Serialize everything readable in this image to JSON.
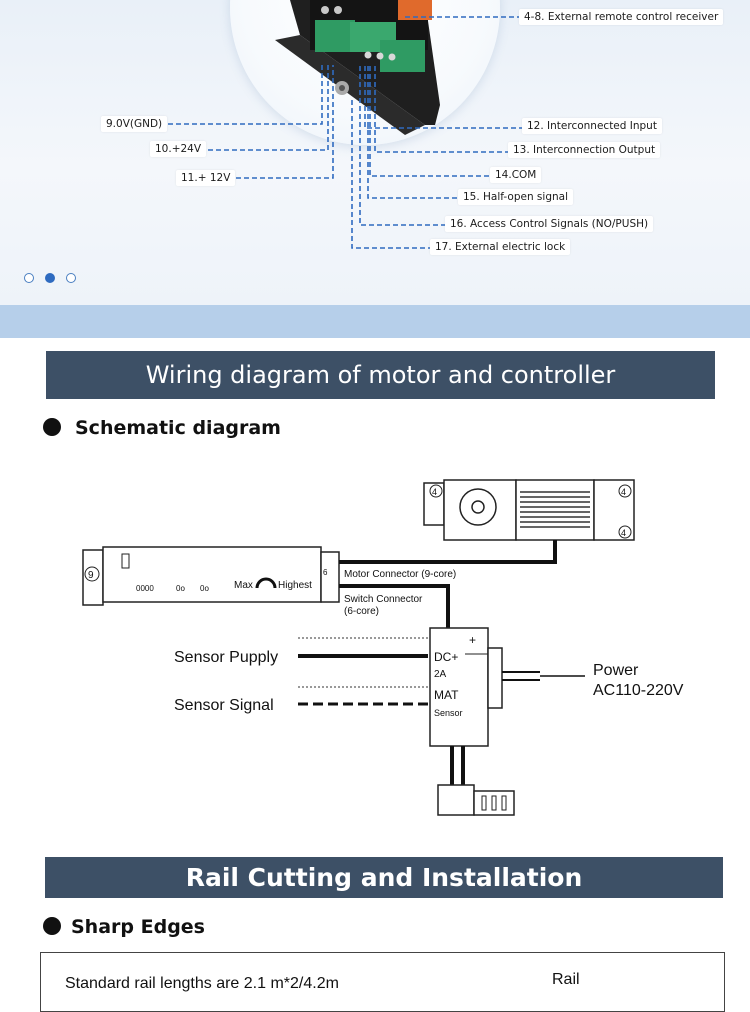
{
  "callouts": {
    "c48": "4-8. External remote control receiver",
    "c9": "9.0V(GND)",
    "c10": "10.+24V",
    "c11": "11.+ 12V",
    "c12": "12. Interconnected Input",
    "c13": "13. Interconnection Output",
    "c14": "14.COM",
    "c15": "15. Half-open signal",
    "c16": "16. Access Control Signals (NO/PUSH)",
    "c17": "17. External electric lock"
  },
  "carousel": {
    "count": 3,
    "active": 1
  },
  "section1": {
    "title": "Wiring diagram of motor and controller",
    "subtitle": "Schematic diagram"
  },
  "diagram": {
    "motor_connector": "Motor Connector (9-core)",
    "switch_connector": "Switch Connector",
    "switch_connector_sub": "(6-core)",
    "sensor_supply": "Sensor Pupply",
    "sensor_signal": "Sensor Signal",
    "power": "Power",
    "power_sub": "AC110-220V",
    "max": "Max",
    "highest": "Highest",
    "dc_plus": "DC+",
    "two_a": "2A",
    "mat": "MAT",
    "sensor_tag": "Sensor",
    "num9": "9",
    "num6": "6",
    "num4": "4",
    "plus": "+",
    "dots1": "0000",
    "dots2": "0o",
    "dots3": "0o"
  },
  "section2": {
    "title": "Rail Cutting and Installation",
    "subtitle": "Sharp Edges"
  },
  "rail_box": {
    "text": "Standard rail lengths are 2.1 m*2/4.2m",
    "rail_label": "Rail"
  },
  "colors": {
    "accent": "#2f6bc0",
    "header": "#3d5066",
    "band": "#b6cfea"
  }
}
